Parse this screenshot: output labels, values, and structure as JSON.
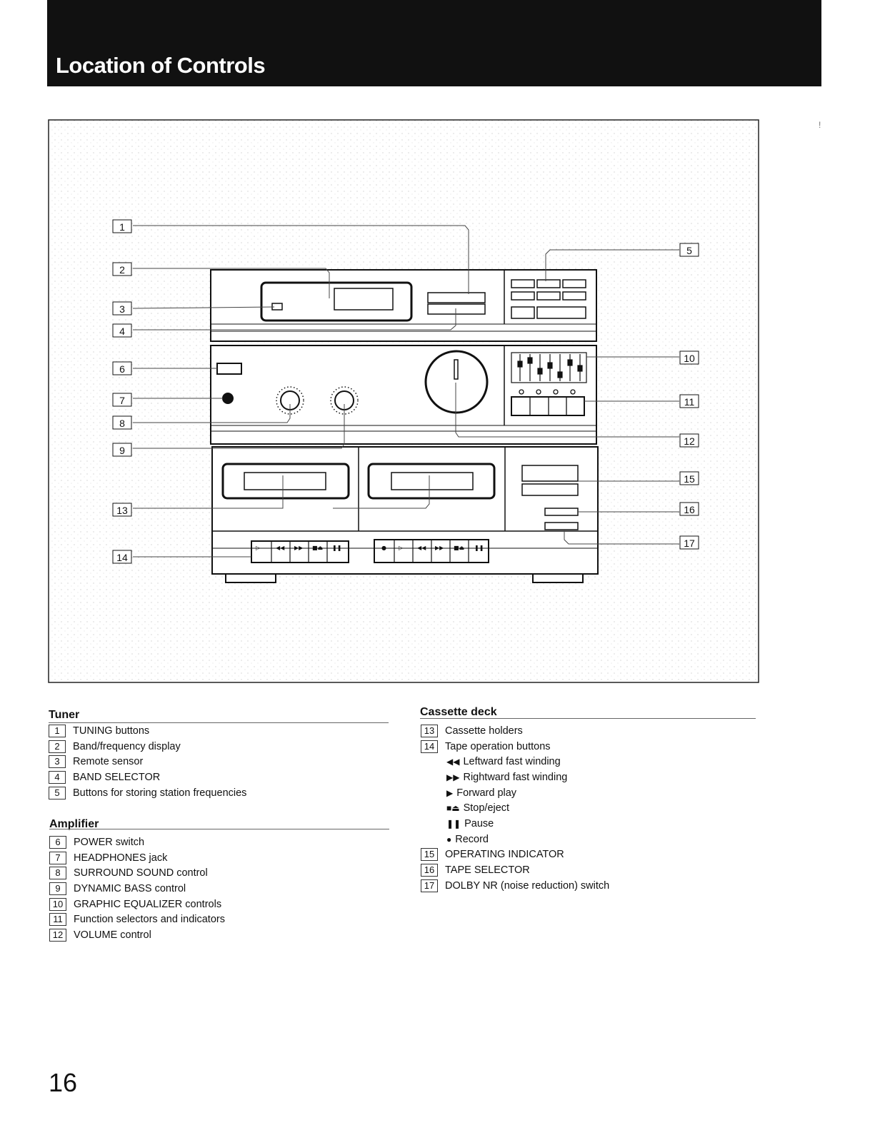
{
  "header": {
    "title": "Location of Controls"
  },
  "diagram": {
    "callouts": [
      "1",
      "2",
      "3",
      "4",
      "5",
      "6",
      "7",
      "8",
      "9",
      "10",
      "11",
      "12",
      "13",
      "14",
      "15",
      "16",
      "17"
    ]
  },
  "tuner": {
    "title": "Tuner",
    "items": [
      {
        "num": "1",
        "label": "TUNING buttons"
      },
      {
        "num": "2",
        "label": "Band/frequency display"
      },
      {
        "num": "3",
        "label": "Remote sensor"
      },
      {
        "num": "4",
        "label": "BAND SELECTOR"
      },
      {
        "num": "5",
        "label": "Buttons for storing station frequencies"
      }
    ]
  },
  "amplifier": {
    "title": "Amplifier",
    "items": [
      {
        "num": "6",
        "label": "POWER switch"
      },
      {
        "num": "7",
        "label": "HEADPHONES jack"
      },
      {
        "num": "8",
        "label": "SURROUND SOUND control"
      },
      {
        "num": "9",
        "label": "DYNAMIC BASS control"
      },
      {
        "num": "10",
        "label": "GRAPHIC EQUALIZER controls"
      },
      {
        "num": "11",
        "label": "Function selectors and indicators"
      },
      {
        "num": "12",
        "label": "VOLUME control"
      }
    ]
  },
  "cassette": {
    "title": "Cassette deck",
    "items": [
      {
        "num": "13",
        "label": "Cassette holders"
      },
      {
        "num": "14",
        "label": "Tape operation buttons"
      }
    ],
    "sub_items": [
      {
        "symbol": "◀◀",
        "label": "Leftward fast winding"
      },
      {
        "symbol": "▶▶",
        "label": "Rightward fast winding"
      },
      {
        "symbol": "▶",
        "label": "Forward play"
      },
      {
        "symbol": "■⏏",
        "label": "Stop/eject"
      },
      {
        "symbol": "❚❚",
        "label": "Pause"
      },
      {
        "symbol": "●",
        "label": "Record"
      }
    ],
    "items_after": [
      {
        "num": "15",
        "label": "OPERATING INDICATOR"
      },
      {
        "num": "16",
        "label": "TAPE SELECTOR"
      },
      {
        "num": "17",
        "label": "DOLBY NR (noise reduction) switch"
      }
    ]
  },
  "footer": {
    "page_number": "16",
    "corner_mark": "!"
  }
}
